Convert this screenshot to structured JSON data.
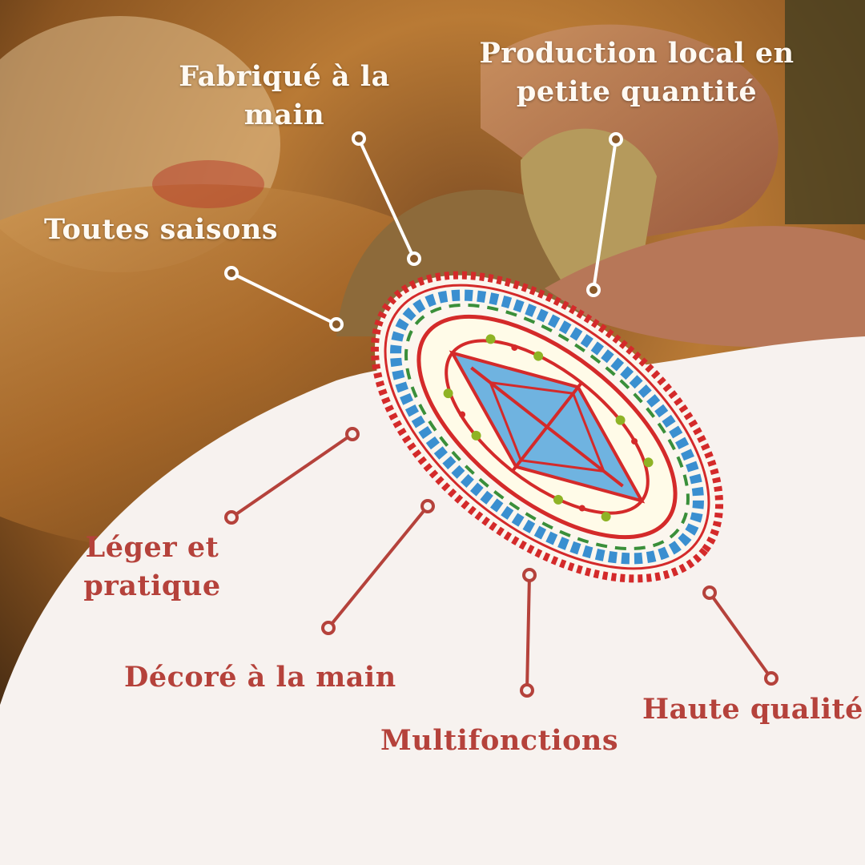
{
  "colors": {
    "accent_red": "#b5423b",
    "background": "#f7f2ef",
    "white_text": "#fffaf3"
  },
  "features_on_photo": [
    {
      "label_lines": [
        "Fabriqué à la",
        "main"
      ]
    },
    {
      "label_lines": [
        "Production local en",
        "petite quantité"
      ]
    },
    {
      "label_lines": [
        "Toutes saisons"
      ]
    }
  ],
  "features_on_background": [
    {
      "label_lines": [
        "Léger et",
        "pratique"
      ]
    },
    {
      "label_lines": [
        "Décoré à la main"
      ]
    },
    {
      "label_lines": [
        "Multifonctions"
      ]
    },
    {
      "label_lines": [
        "Haute qualité"
      ]
    }
  ]
}
